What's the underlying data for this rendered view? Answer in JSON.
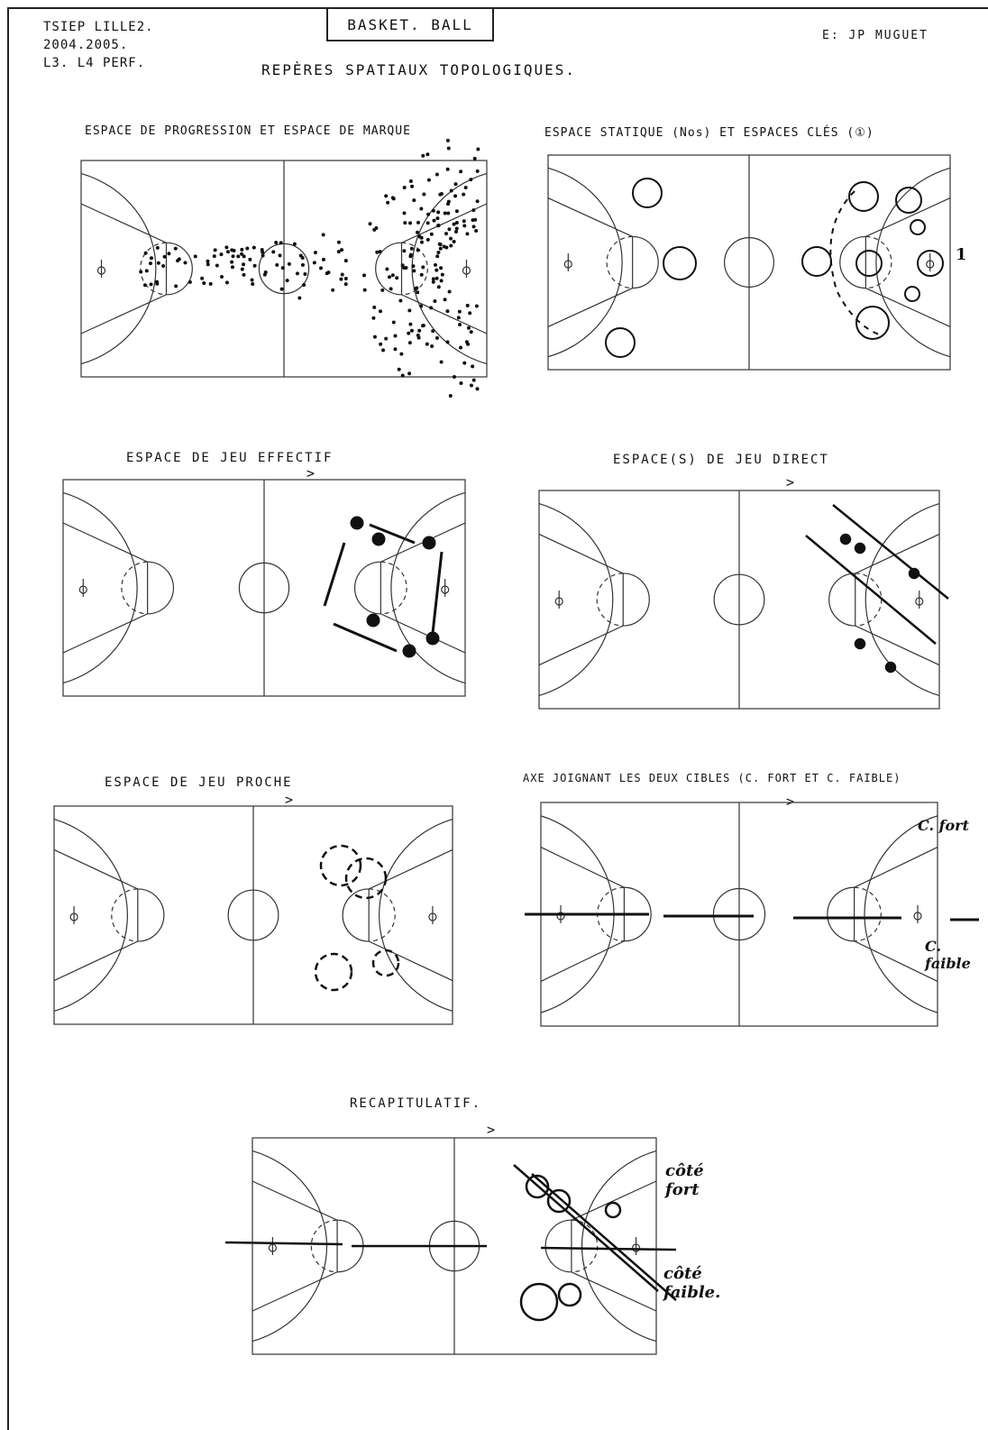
{
  "header": {
    "school_line1": "TSIEP LILLE2.",
    "school_line2": "2004.2005.",
    "school_line3": "L3. L4 PERF.",
    "sport_title": "BASKET. BALL",
    "author": "E: JP MUGUET",
    "subtitle": "REPÈRES SPATIAUX TOPOLOGIQUES."
  },
  "panels": [
    {
      "id": "progression",
      "caption": "ESPACE DE PROGRESSION ET ESPACE DE MARQUE"
    },
    {
      "id": "statique",
      "caption": "ESPACE STATIQUE (Nos) ET ESPACES CLÉS (①)",
      "marker_label": "1"
    },
    {
      "id": "effectif",
      "caption": "ESPACE DE JEU EFFECTIF",
      "arrow": ">"
    },
    {
      "id": "direct",
      "caption": "ESPACE(S) DE JEU DIRECT",
      "arrow": ">"
    },
    {
      "id": "proche",
      "caption": "ESPACE DE JEU PROCHE",
      "arrow": ">"
    },
    {
      "id": "axe",
      "caption": "AXE JOIGNANT LES DEUX CIBLES (C. FORT ET C. FAIBLE)",
      "note_fort": "C. fort",
      "note_faible": "C. faible",
      "arrow": ">"
    },
    {
      "id": "recap",
      "caption": "RECAPITULATIF.",
      "note_fort": "côté fort",
      "note_faible": "côté faible.",
      "arrow": ">"
    }
  ],
  "colors": {
    "ink": "#111111",
    "paper": "#ffffff",
    "court_line": "#333333"
  }
}
